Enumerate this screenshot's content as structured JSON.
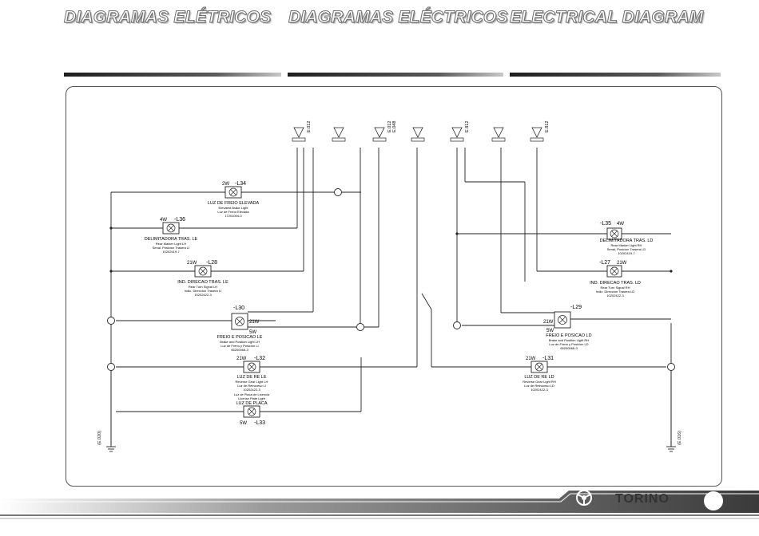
{
  "header": {
    "title_pt": "DIAGRAMAS ELÉTRICOS",
    "title_es": "DIAGRAMAS ELÉCTRICOS",
    "title_en": "ELECTRICAL DIAGRAM"
  },
  "footer": {
    "brand": "TORINO",
    "logo_icon": "steering-wheel-icon"
  },
  "colors": {
    "line": "#222222",
    "frame": "#555555",
    "footer_bar": "#3a3a3a"
  },
  "connectors": [
    {
      "id": "c1",
      "code": "E.012"
    },
    {
      "id": "c2",
      "code": ""
    },
    {
      "id": "c3",
      "code": "E.012"
    },
    {
      "id": "c4",
      "code": "E.048"
    },
    {
      "id": "c5",
      "code": ""
    },
    {
      "id": "c6",
      "code": "E.812"
    },
    {
      "id": "c7",
      "code": ""
    },
    {
      "id": "c8",
      "code": "E.812"
    }
  ],
  "lamps": [
    {
      "id": "l34",
      "code": "-L34",
      "watt": "2W",
      "name": "LUZ DE FREIO ELEVADA",
      "en": "Elevated Brake Light",
      "es": "Luz de Freno Elevada",
      "part": "17201004-0"
    },
    {
      "id": "l36",
      "code": "-L36",
      "watt": "4W",
      "name": "DELIMITADORA TRAS. LE",
      "en": "Rear Marker Light LH",
      "es": "Senal. Posicion Trasera LI",
      "part": "10202419-7"
    },
    {
      "id": "l28",
      "code": "-L28",
      "watt": "21W",
      "name": "IND. DIRECAO TRAS. LE",
      "en": "Rear Turn Signal LH",
      "es": "Indic. Direccion Trasera LI",
      "part": "10202422-3"
    },
    {
      "id": "l30",
      "code": "-L30",
      "watt": "21W",
      "watt2": "5W",
      "name": "FREIO E POSICAO LE",
      "en": "Brake and Position Light LH",
      "es": "Luz de Freno y Posicion LI",
      "part": "65200066-3"
    },
    {
      "id": "l32",
      "code": "-L32",
      "watt": "21W",
      "name": "LUZ DE RE LE",
      "en": "Reverse Gear Light LH",
      "es": "Luz de Retroceso LI",
      "part": "10202422-3"
    },
    {
      "id": "l33",
      "code": "-L33",
      "watt": "5W",
      "name": "LUZ DE PLACA",
      "en": "License Plate Light",
      "es": "Luz de Placa de Licencia",
      "part": ""
    },
    {
      "id": "l35",
      "code": "-L35",
      "watt": "4W",
      "name": "DELIMITADORA TRAS. LD",
      "en": "Rear Marker Light RH",
      "es": "Senal. Posicion Trasera LD",
      "part": "10202419-7"
    },
    {
      "id": "l27",
      "code": "-L27",
      "watt": "21W",
      "name": "IND. DIRECAO TRAS. LD",
      "en": "Rear Turn Signal RH",
      "es": "Indic. Direccion Trasera LD",
      "part": "10202422-3"
    },
    {
      "id": "l29",
      "code": "-L29",
      "watt": "21W",
      "watt2": "5W",
      "name": "FREIO E POSICAO LD",
      "en": "Brake and Position Light RH",
      "es": "Luz de Freno y Posicion LD",
      "part": "65200066-3"
    },
    {
      "id": "l31",
      "code": "-L31",
      "watt": "21W",
      "name": "LUZ DE RE LD",
      "en": "Reverse Gear Light RH",
      "es": "Luz de Retroceso LD",
      "part": "10202422-3"
    }
  ],
  "grounds": {
    "left": "(E.020)",
    "right": "(E.016)"
  }
}
